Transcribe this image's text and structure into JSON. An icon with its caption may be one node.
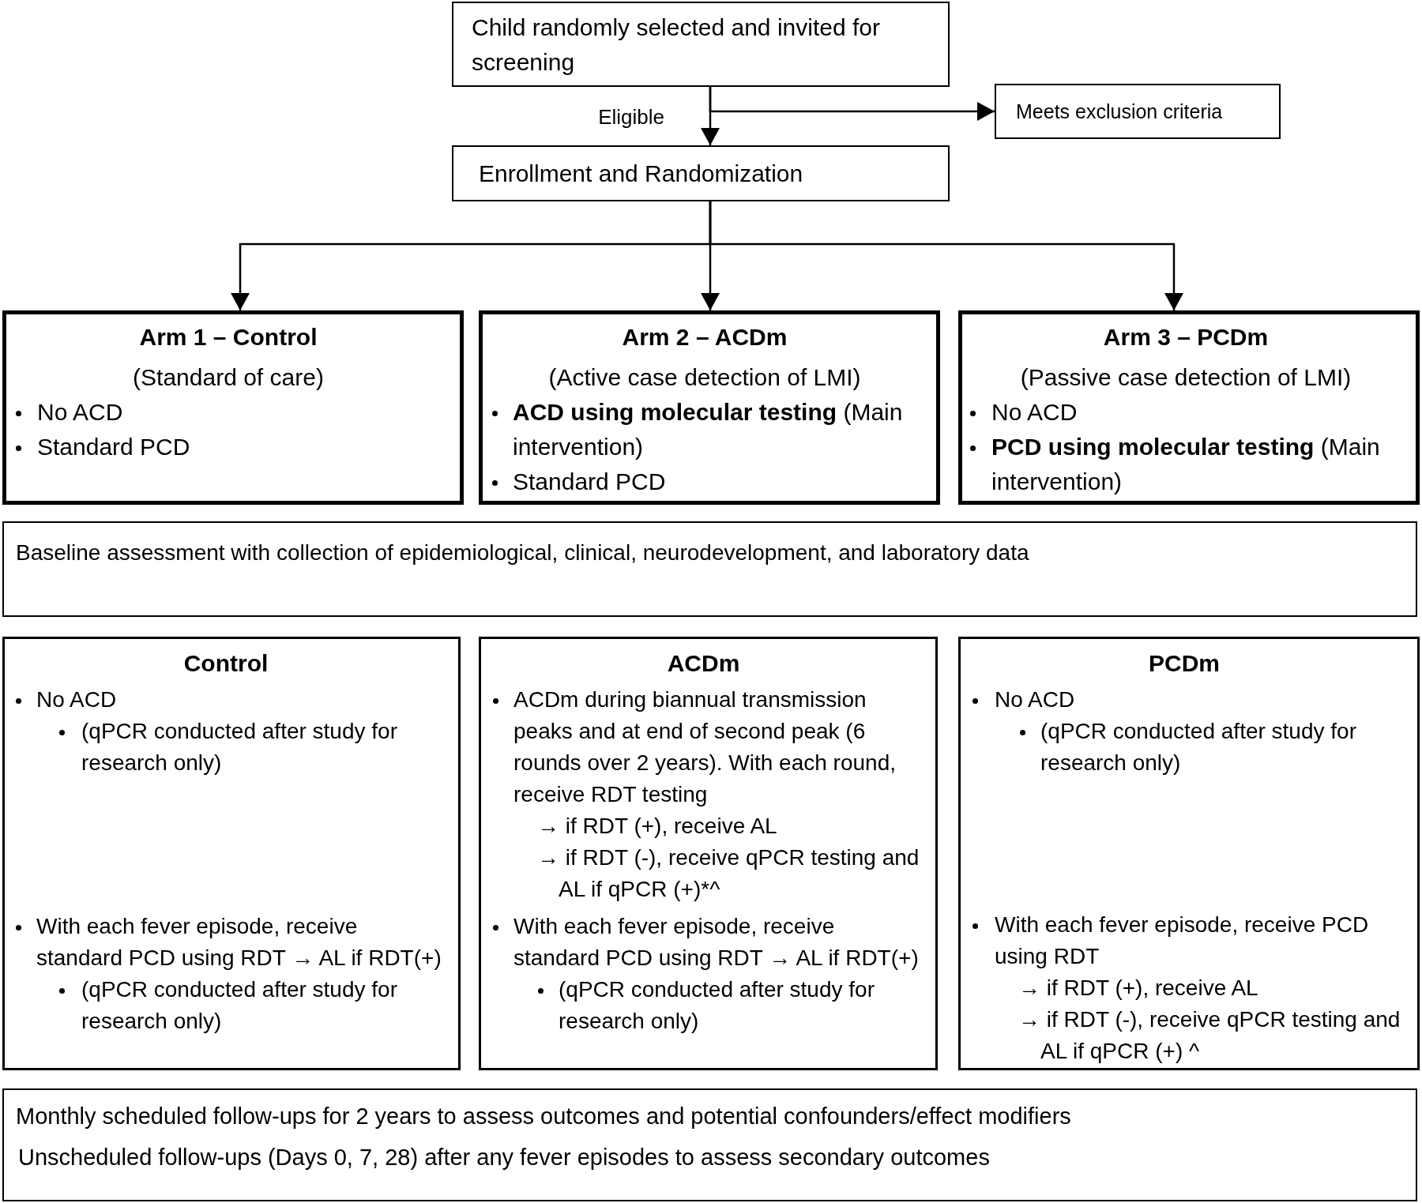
{
  "diagram": {
    "nodes": [
      {
        "text": [
          "Child randomly selected and invited for screening"
        ]
      },
      {
        "text": [
          "Meets exclusion criteria"
        ]
      },
      {
        "text": [
          "Enrollment and Randomization"
        ]
      },
      {
        "text": [
          "Arm 1 – Control",
          "(Standard of care)",
          "No ACD",
          "Standard PCD"
        ]
      },
      {
        "text": [
          "Arm 2 – ACDm",
          "(Active case detection of LMI)",
          "**ACD using molecular testing** (Main intervention)",
          "Standard PCD"
        ]
      },
      {
        "text": [
          "Arm 3 – PCDm",
          "(Passive case detection of LMI)",
          "No ACD",
          "**PCD using molecular testing** (Main intervention)"
        ]
      },
      {
        "text": [
          "Baseline assessment with collection of epidemiological, clinical, neurodevelopment, and laboratory data"
        ]
      },
      {
        "text": [
          "Control",
          "No ACD",
          "(qPCR conducted after study for research only)",
          "With each fever episode, receive standard PCD using RDT → AL if RDT(+)",
          "(qPCR conducted after study for research only)"
        ]
      },
      {
        "text": [
          "ACDm",
          "ACDm during biannual transmission peaks and at end of second peak (6 rounds over 2 years). With each round, receive RDT testing",
          "→ if RDT (+), receive AL",
          "→ if RDT (-), receive qPCR testing and AL if qPCR (+)*^",
          "With each fever episode, receive standard PCD using RDT → AL if RDT(+)",
          "(qPCR conducted after study for research only)"
        ]
      },
      {
        "text": [
          "PCDm",
          "No ACD",
          "(qPCR conducted after study for research only)",
          "With each fever episode, receive PCD using RDT",
          "→ if RDT (+), receive AL",
          "→ if RDT (-), receive qPCR testing and AL if qPCR (+) ^"
        ]
      },
      {
        "text": [
          "Monthly scheduled follow-ups for 2 years to assess outcomes and potential confounders/effect modifiers",
          "Unscheduled follow-ups (Days 0, 7, 28) after any fever episodes to assess secondary outcomes"
        ]
      }
    ],
    "edges": [
      {
        "from": 0,
        "to": 1,
        "arrow": "to"
      },
      {
        "from": 0,
        "to": 2,
        "arrow": "to",
        "label": "Eligible"
      },
      {
        "from": 2,
        "to": 3,
        "arrow": "to"
      },
      {
        "from": 2,
        "to": 4,
        "arrow": "to"
      },
      {
        "from": 2,
        "to": 5,
        "arrow": "to"
      }
    ]
  }
}
